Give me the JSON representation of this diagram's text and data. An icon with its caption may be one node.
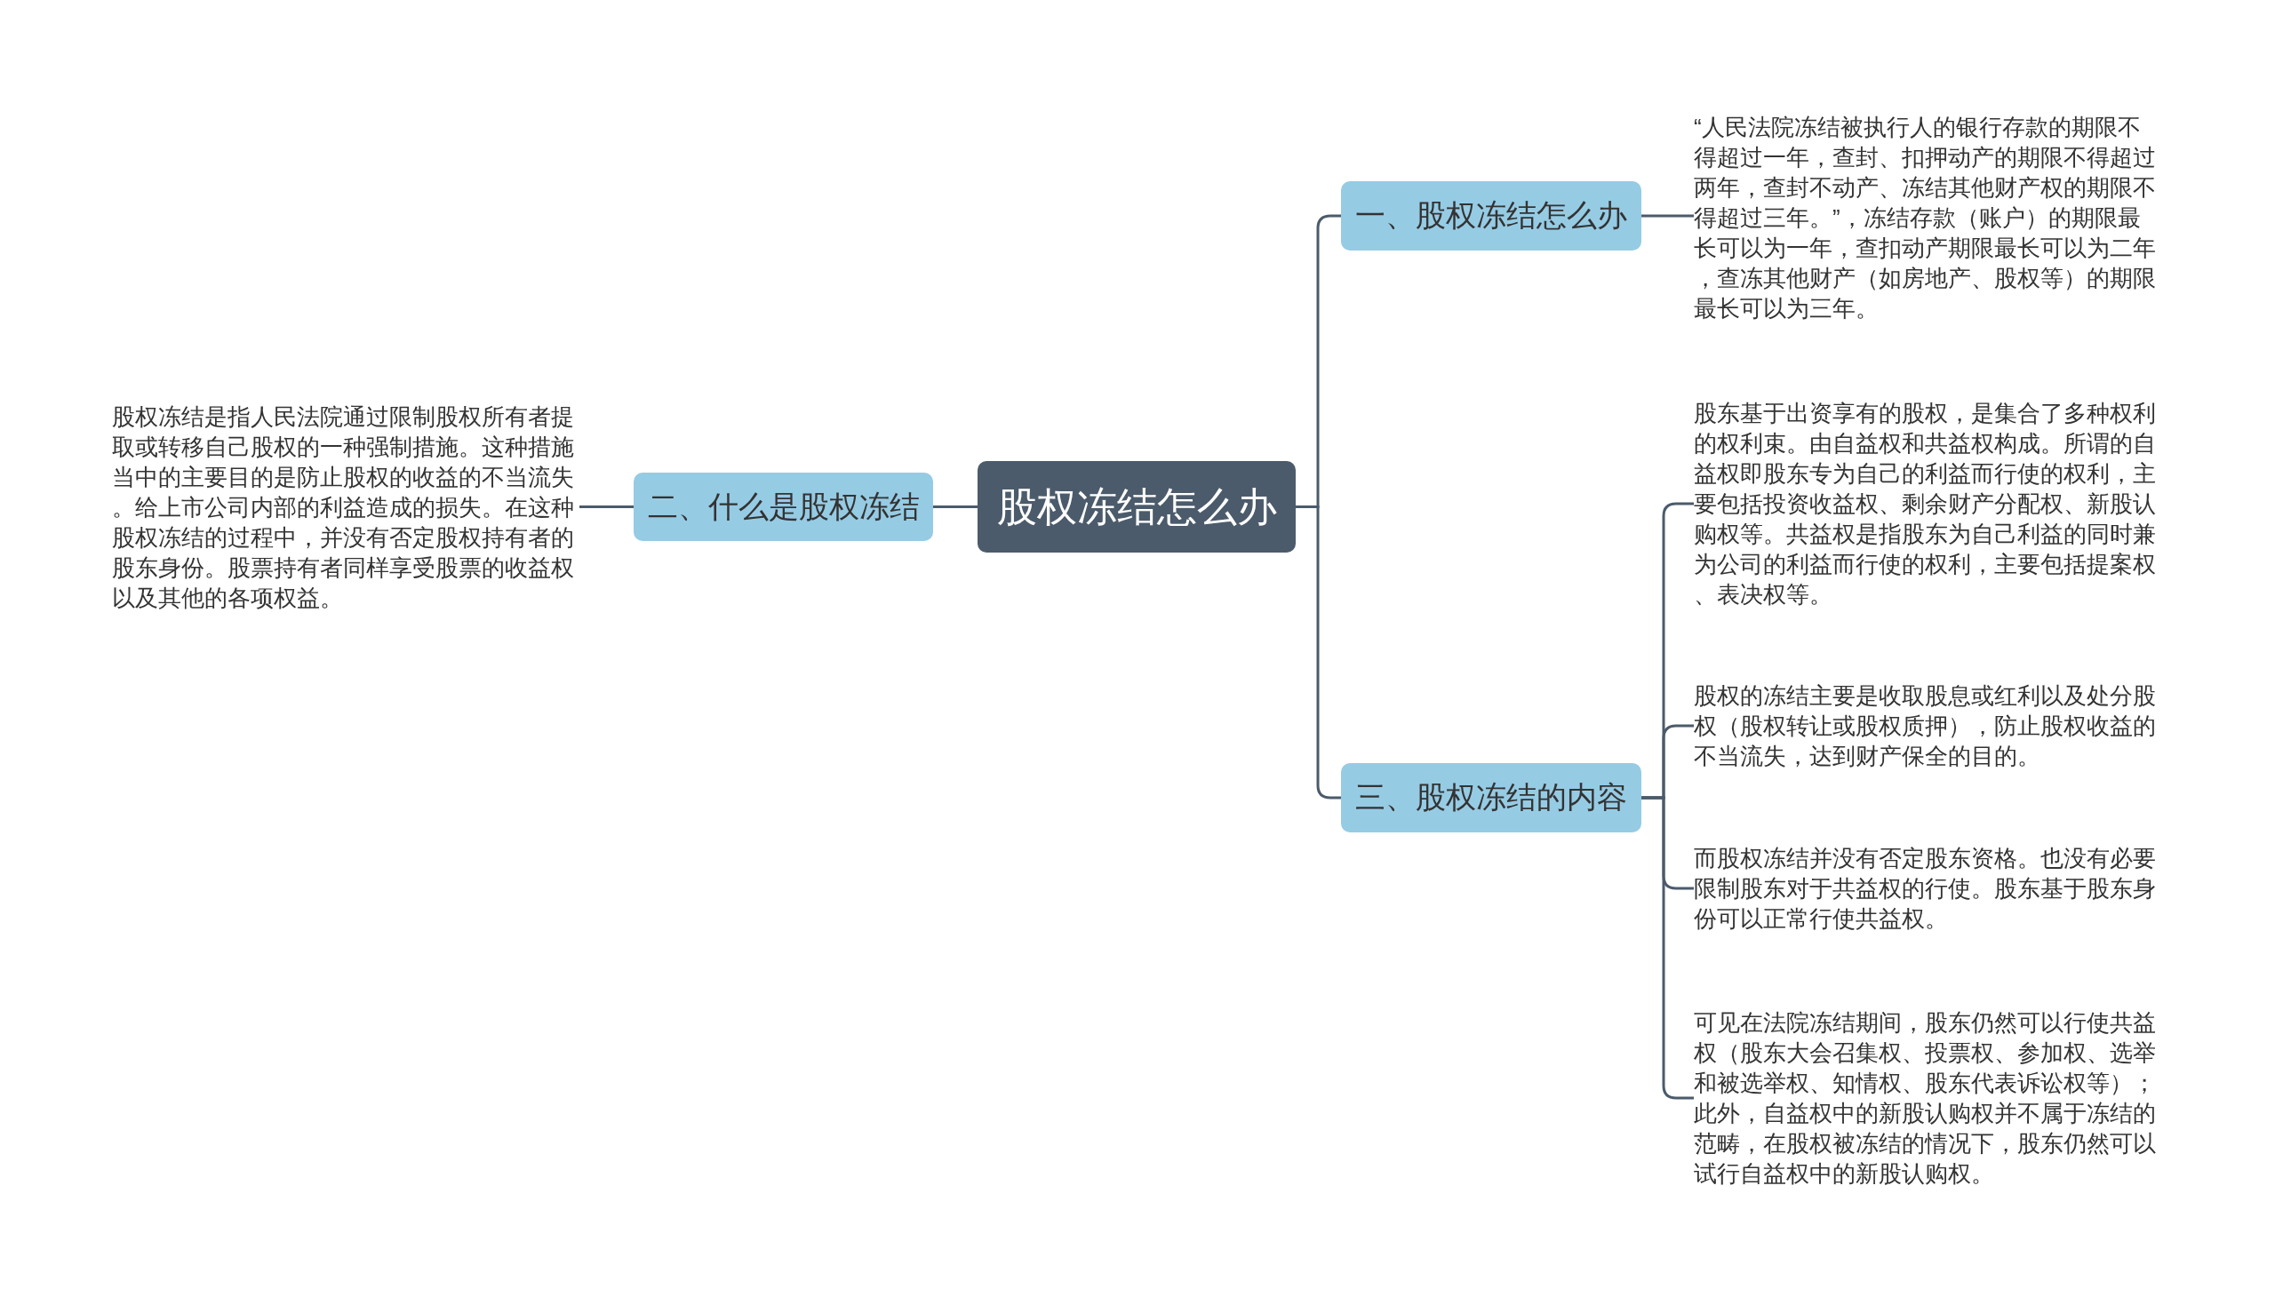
{
  "diagram": {
    "nodes": [
      {
        "text": [
          "股权冻结怎么办"
        ]
      },
      {
        "text": [
          "一、股权冻结怎么办"
        ]
      },
      {
        "text": [
          "“人民法院冻结被执行人的银行存款的期限不得超过一年，查封、扣押动产的期限不得超过两年，查封不动产、冻结其他财产权的期限不得超过三年。”，冻结存款（账户）的期限最长可以为一年，查扣动产期限最长可以为二年，查冻其他财产（如房地产、股权等）的期限最长可以为三年。"
        ]
      },
      {
        "text": [
          "二、什么是股权冻结"
        ]
      },
      {
        "text": [
          "股权冻结是指人民法院通过限制股权所有者提取或转移自己股权的一种强制措施。这种措施当中的主要目的是防止股权的收益的不当流失。给上市公司内部的利益造成的损失。在这种股权冻结的过程中，并没有否定股权持有者的股东身份。股票持有者同样享受股票的收益权以及其他的各项权益。"
        ]
      },
      {
        "text": [
          "三、股权冻结的内容"
        ]
      },
      {
        "text": [
          "股东基于出资享有的股权，是集合了多种权利的权利束。由自益权和共益权构成。所谓的自益权即股东专为自己的利益而行使的权利，主要包括投资收益权、剩余财产分配权、新股认购权等。共益权是指股东为自己利益的同时兼为公司的利益而行使的权利，主要包括提案权、表决权等。"
        ]
      },
      {
        "text": [
          "股权的冻结主要是收取股息或红利以及处分股权（股权转让或股权质押），防止股权收益的不当流失，达到财产保全的目的。"
        ]
      },
      {
        "text": [
          "而股权冻结并没有否定股东资格。也没有必要限制股东对于共益权的行使。股东基于股东身份可以正常行使共益权。"
        ]
      },
      {
        "text": [
          "可见在法院冻结期间，股东仍然可以行使共益权（股东大会召集权、投票权、参加权、选举和被选举权、知情权、股东代表诉讼权等）；此外，自益权中的新股认购权并不属于冻结的范畴，在股权被冻结的情况下，股东仍然可以试行自益权中的新股认购权。"
        ]
      }
    ],
    "edges": [
      {
        "from": 0,
        "to": 1,
        "arrow": "none"
      },
      {
        "from": 1,
        "to": 2,
        "arrow": "none"
      },
      {
        "from": 0,
        "to": 3,
        "arrow": "none"
      },
      {
        "from": 3,
        "to": 4,
        "arrow": "none"
      },
      {
        "from": 0,
        "to": 5,
        "arrow": "none"
      },
      {
        "from": 5,
        "to": 6,
        "arrow": "none"
      },
      {
        "from": 5,
        "to": 7,
        "arrow": "none"
      },
      {
        "from": 5,
        "to": 8,
        "arrow": "none"
      },
      {
        "from": 5,
        "to": 9,
        "arrow": "none"
      }
    ]
  }
}
